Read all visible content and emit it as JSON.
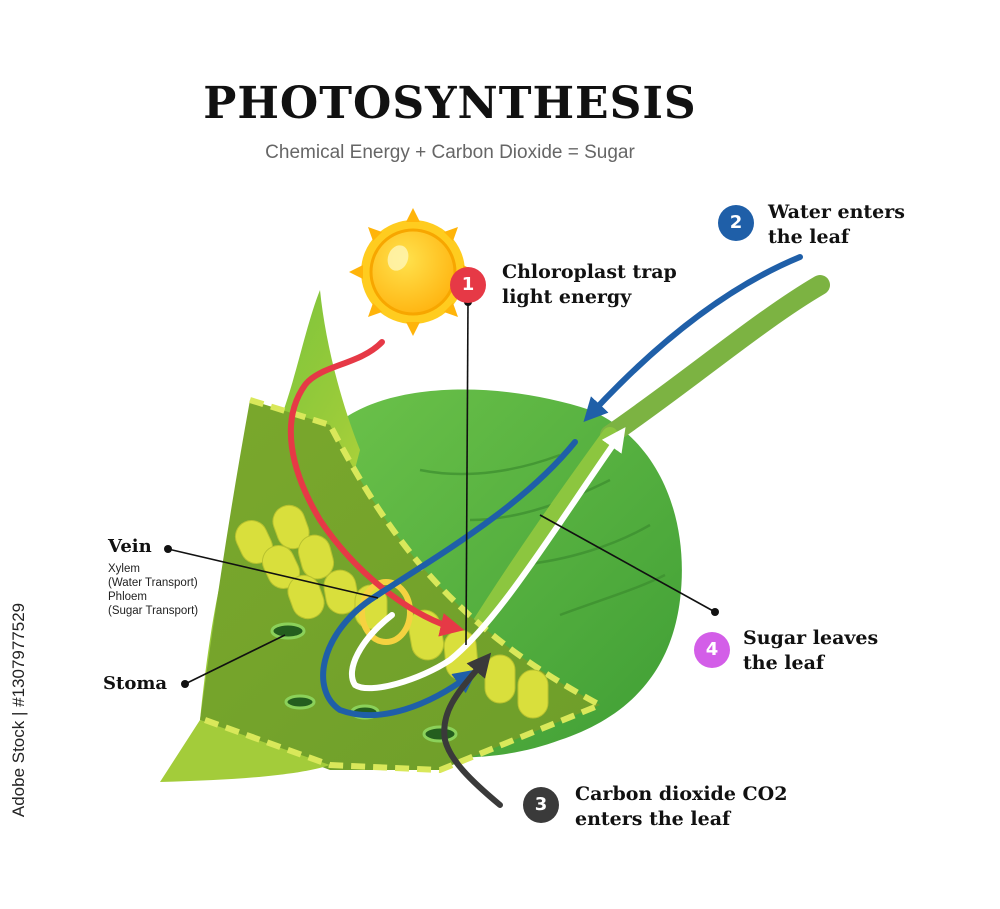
{
  "header": {
    "title": "PHOTOSYNTHESIS",
    "subtitle": "Chemical Energy + Carbon Dioxide = Sugar"
  },
  "steps": [
    {
      "number": "1",
      "line1": "Chloroplast trap",
      "line2": "light energy",
      "color": "#e63946"
    },
    {
      "number": "2",
      "line1": "Water enters",
      "line2": "the leaf",
      "color": "#1f5fa8"
    },
    {
      "number": "3",
      "line1": "Carbon dioxide CO2",
      "line2": "enters the leaf",
      "color": "#3a3a3a"
    },
    {
      "number": "4",
      "line1": "Sugar leaves",
      "line2": "the leaf",
      "color": "#d35ee8"
    }
  ],
  "labels": {
    "vein": "Vein",
    "xylem": "Xylem",
    "xylem_note": "(Water Transport)",
    "phloem": "Phloem",
    "phloem_note": "(Sugar Transport)",
    "stoma": "Stoma"
  },
  "stock_id": "Adobe Stock | #1307977529",
  "colors": {
    "leaf_light": "#8cc63f",
    "leaf_dark": "#4caf3a",
    "sun": "#ffc20e",
    "water_arrow": "#1f5fa8",
    "light_arrow": "#e63946",
    "sugar_arrow": "#ffffff",
    "co2_arrow": "#3a3a3a"
  }
}
